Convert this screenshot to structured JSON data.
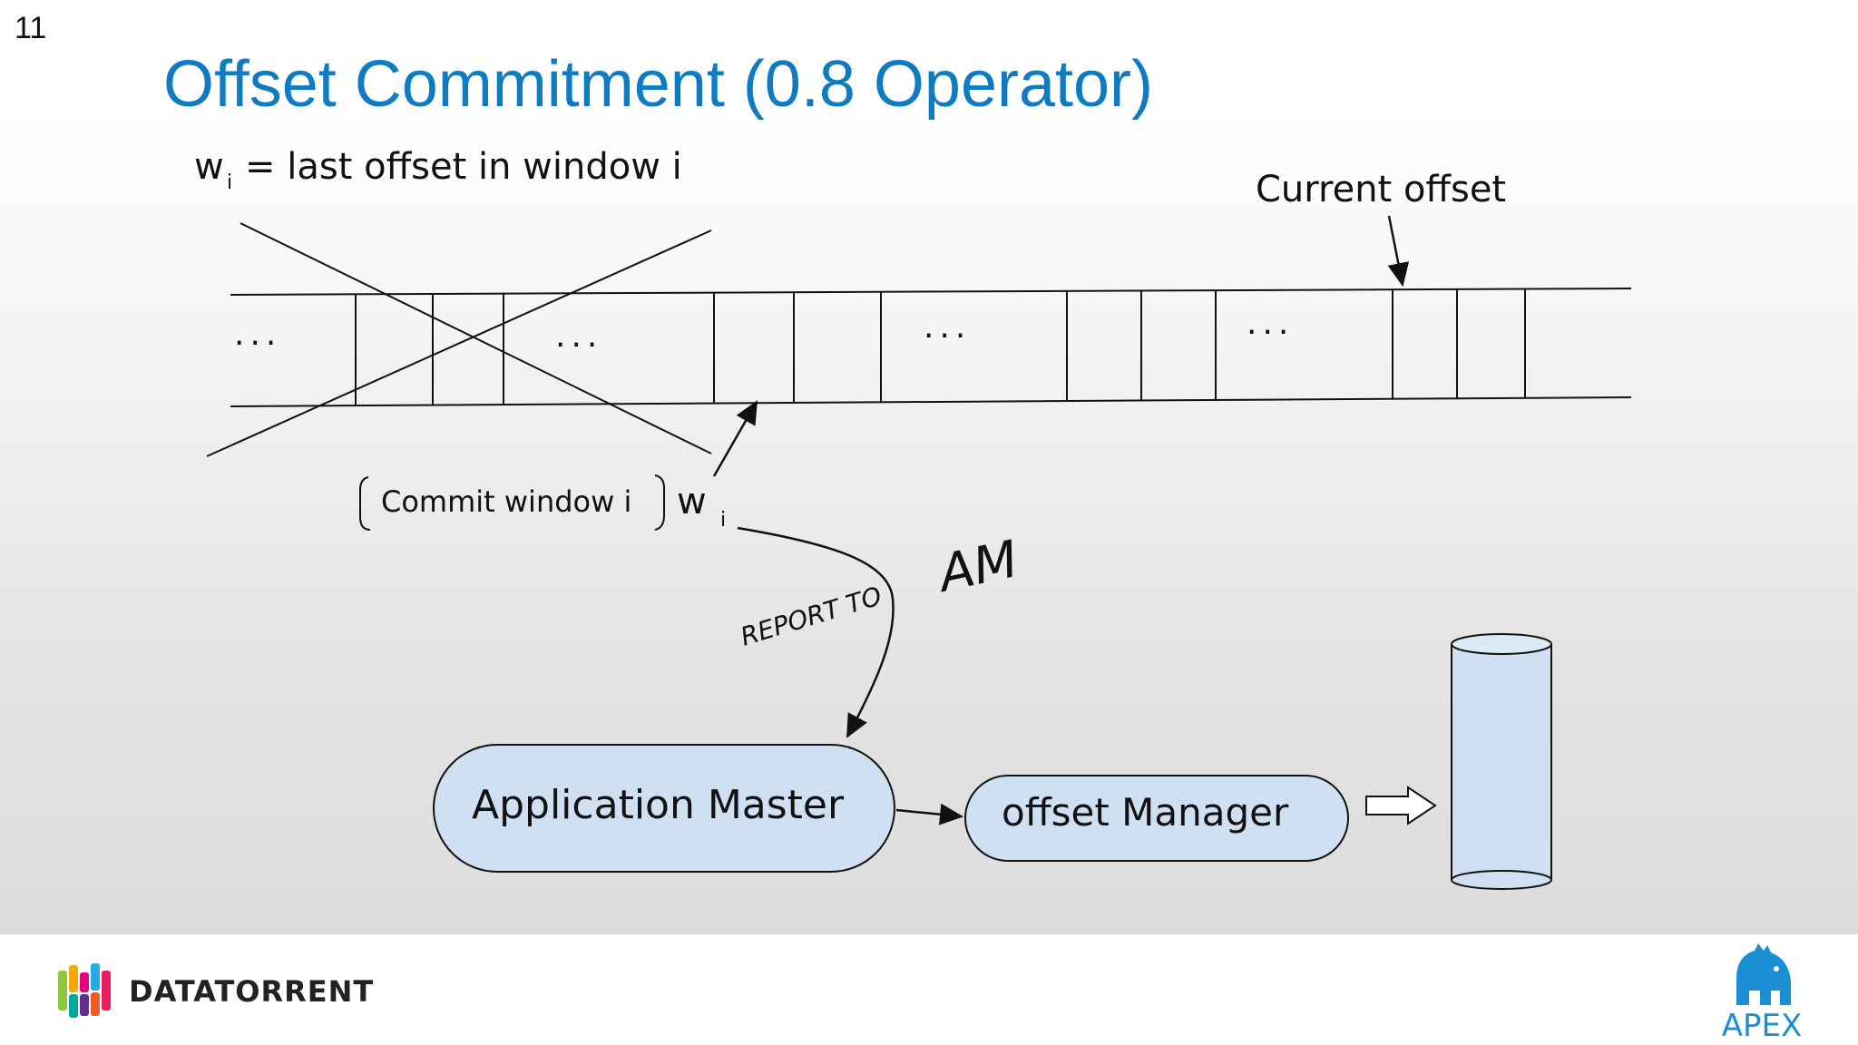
{
  "slide": {
    "number": "11",
    "title": "Offset Commitment (0.8 Operator)"
  },
  "diagram": {
    "definition_prefix": "w",
    "definition_sub": "i",
    "definition_text": "= last offset in window i",
    "current_offset_label": "Current offset",
    "ellipsis": "...",
    "commit_label": "Commit window i",
    "commit_value_prefix": "w",
    "commit_value_sub": "i",
    "report_label": "REPORT TO",
    "report_target": "AM",
    "application_master_label": "Application Master",
    "offset_manager_label": "offset Manager"
  },
  "footer": {
    "brand_name": "DATATORRENT",
    "apex_name": "APEX"
  },
  "colors": {
    "title": "#0f7cc2",
    "node_fill": "#cfe0f2",
    "apex_blue": "#1b8fd3"
  }
}
